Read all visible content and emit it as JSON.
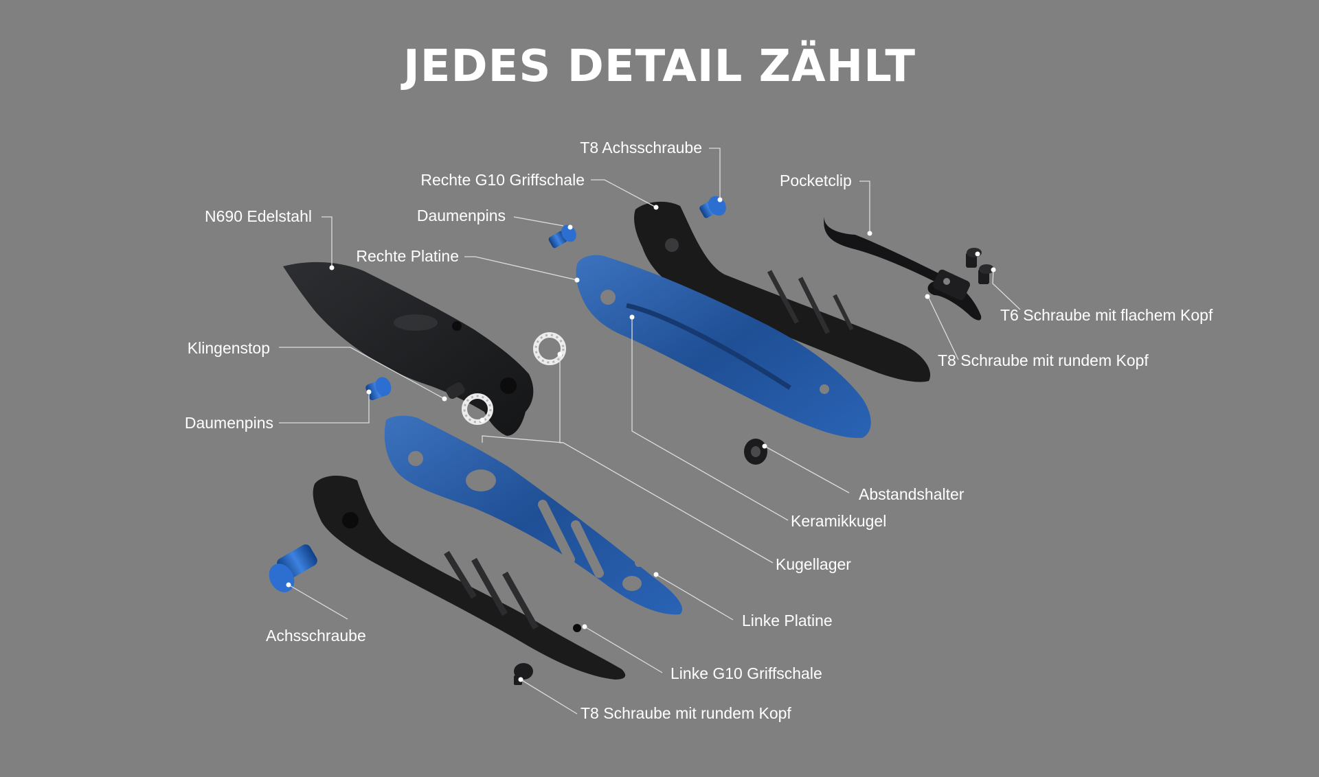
{
  "title": "JEDES DETAIL ZÄHLT",
  "labels": {
    "t8_achsschraube": "T8 Achsschraube",
    "rechte_g10": "Rechte G10 Griffschale",
    "daumenpins_top": "Daumenpins",
    "n690": "N690 Edelstahl",
    "rechte_platine": "Rechte Platine",
    "pocketclip": "Pocketclip",
    "t6_flach": "T6 Schraube mit flachem Kopf",
    "t8_rund_right": "T8 Schraube mit rundem Kopf",
    "klingenstop": "Klingenstop",
    "daumenpins_left": "Daumenpins",
    "abstandshalter": "Abstandshalter",
    "keramikkugel": "Keramikkugel",
    "kugellager": "Kugellager",
    "linke_platine": "Linke Platine",
    "achsschraube": "Achsschraube",
    "linke_g10": "Linke G10 Griffschale",
    "t8_rund_bottom": "T8 Schraube mit rundem Kopf"
  },
  "colors": {
    "background": "#808080",
    "blade": "#1e1f21",
    "handle": "#1a1a1a",
    "liner": "#2a5aa0",
    "screw_blue": "#1e5fb8"
  },
  "icons": [
    "blade",
    "handle-scale",
    "liner",
    "pocket-clip",
    "screw",
    "bearing-washer",
    "spacer"
  ]
}
